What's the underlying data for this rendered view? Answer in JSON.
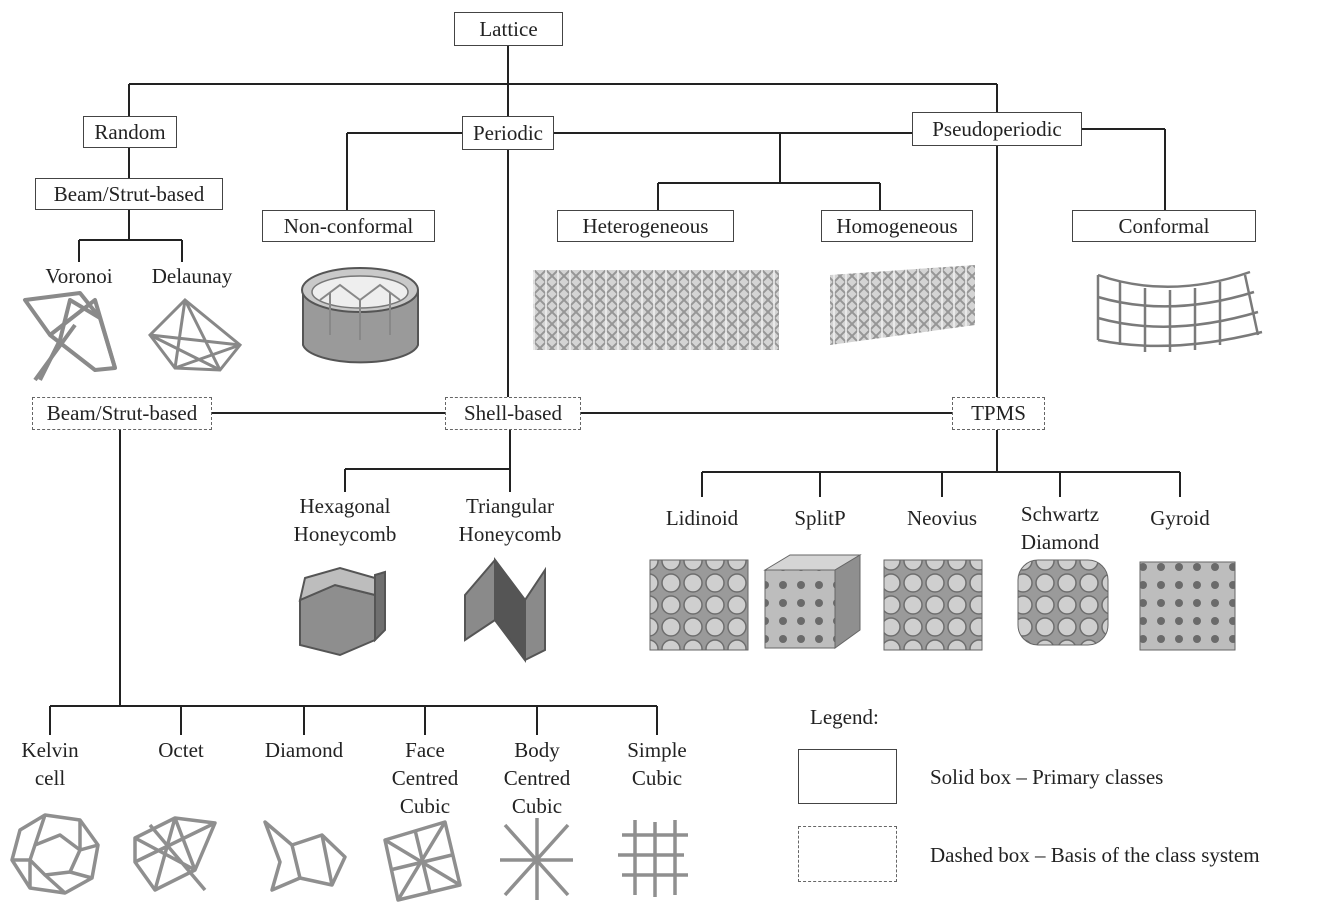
{
  "root": "Lattice",
  "level1": {
    "random": "Random",
    "periodic": "Periodic",
    "pseudoperiodic": "Pseudoperiodic"
  },
  "random_branch": {
    "beam": "Beam/Strut-based",
    "voronoi": "Voronoi",
    "delaunay": "Delaunay"
  },
  "periodic_branch": {
    "nonconformal": "Non-conformal",
    "heterogeneous": "Heterogeneous",
    "homogeneous": "Homogeneous",
    "conformal": "Conformal"
  },
  "basis": {
    "beam": "Beam/Strut-based",
    "shell": "Shell-based",
    "tpms": "TPMS"
  },
  "shell_types": {
    "hex": [
      "Hexagonal",
      "Honeycomb"
    ],
    "tri": [
      "Triangular",
      "Honeycomb"
    ]
  },
  "tpms_types": {
    "lidinoid": "Lidinoid",
    "splitp": "SplitP",
    "neovius": "Neovius",
    "schwartz": [
      "Schwartz",
      "Diamond"
    ],
    "gyroid": "Gyroid"
  },
  "beam_types": {
    "kelvin": [
      "Kelvin",
      "cell"
    ],
    "octet": "Octet",
    "diamond": "Diamond",
    "fcc": [
      "Face",
      "Centred",
      "Cubic"
    ],
    "bcc": [
      "Body",
      "Centred",
      "Cubic"
    ],
    "sc": [
      "Simple",
      "Cubic"
    ]
  },
  "legend": {
    "title": "Legend:",
    "solid": "Solid box – Primary classes",
    "dashed": "Dashed box – Basis of the class system"
  }
}
